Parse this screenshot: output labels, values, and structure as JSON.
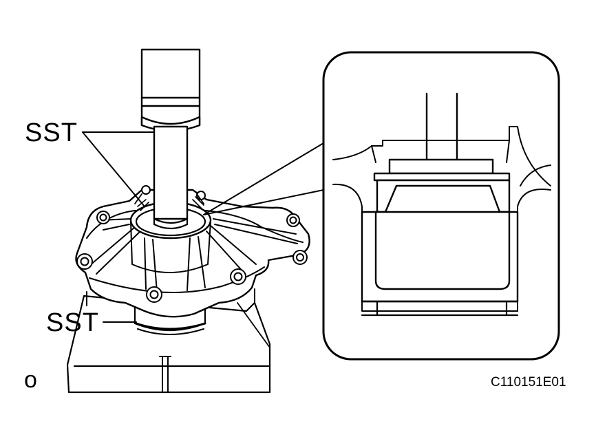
{
  "labels": {
    "sst_top": "SST",
    "sst_bottom": "SST",
    "mark": "o",
    "figure_code": "C110151E01"
  },
  "colors": {
    "line": "#000000",
    "background": "#ffffff"
  }
}
